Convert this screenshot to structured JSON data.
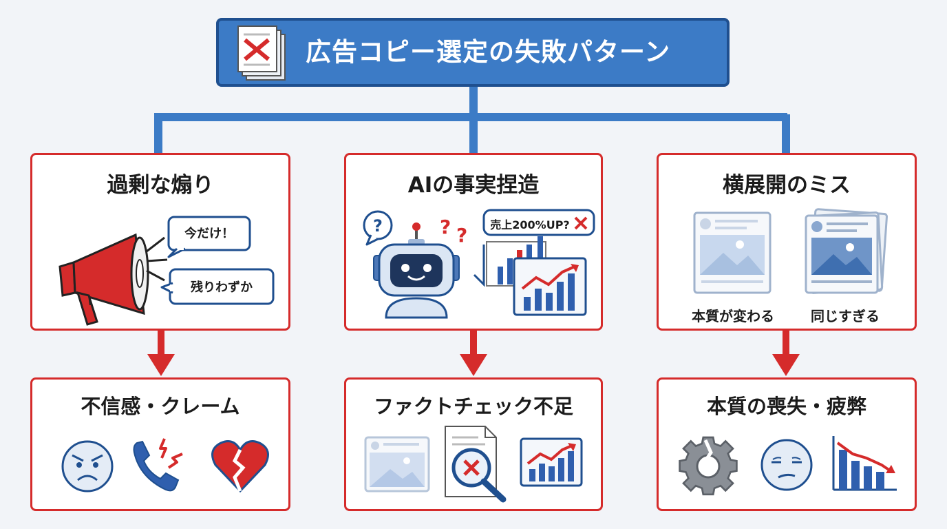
{
  "title": "広告コピー選定の失敗パターン",
  "columns": [
    {
      "cause": {
        "title": "過剰な煽り",
        "bubbles": [
          "今だけ！",
          "残りわずか"
        ]
      },
      "effect": {
        "title": "不信感・クレーム"
      }
    },
    {
      "cause": {
        "title": "AIの事実捏造",
        "claim": "売上200%UP?"
      },
      "effect": {
        "title": "ファクトチェック不足"
      }
    },
    {
      "cause": {
        "title": "横展開のミス",
        "labels": [
          "本質が変わる",
          "同じすぎる"
        ]
      },
      "effect": {
        "title": "本質の喪失・疲弊"
      }
    }
  ],
  "colors": {
    "header_fill": "#3c7bc6",
    "connector_blue": "#3c7bc6",
    "card_border_red": "#d52b2b",
    "arrow_red": "#d52b2b"
  }
}
